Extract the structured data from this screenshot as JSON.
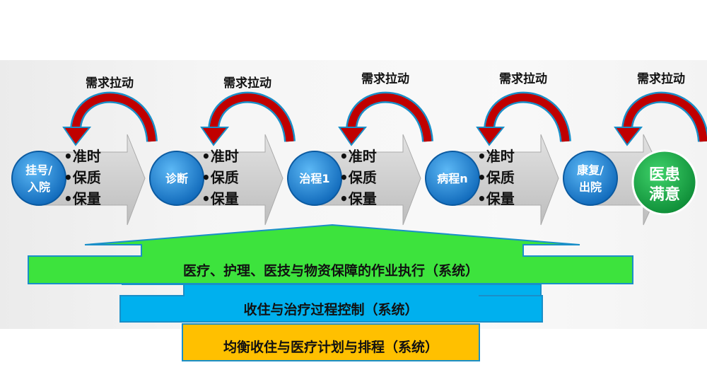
{
  "pull_label": "需求拉动",
  "stages": [
    {
      "line1": "挂号/",
      "line2": "入院"
    },
    {
      "line1": "诊断",
      "line2": ""
    },
    {
      "line1": "治程1",
      "line2": ""
    },
    {
      "line1": "病程n",
      "line2": ""
    },
    {
      "line1": "康复/",
      "line2": "出院"
    }
  ],
  "bullets": [
    "•准时",
    "•保质",
    "•保量"
  ],
  "goal": {
    "line1": "医患",
    "line2": "满意"
  },
  "layers": [
    {
      "label": "医疗、护理、医技与物资保障的作业执行（系统）",
      "color": "#3de33d"
    },
    {
      "label": "收住与治疗过程控制（系统）",
      "color": "#00b0ee"
    },
    {
      "label": "均衡收住与医疗计划与排程（系统）",
      "color": "#ffc000"
    }
  ],
  "colors": {
    "circle": "#1a82d6",
    "goal": "#1aa84a",
    "arrow_red": "#c00000",
    "gray_arrow": "#c8c8c8"
  }
}
